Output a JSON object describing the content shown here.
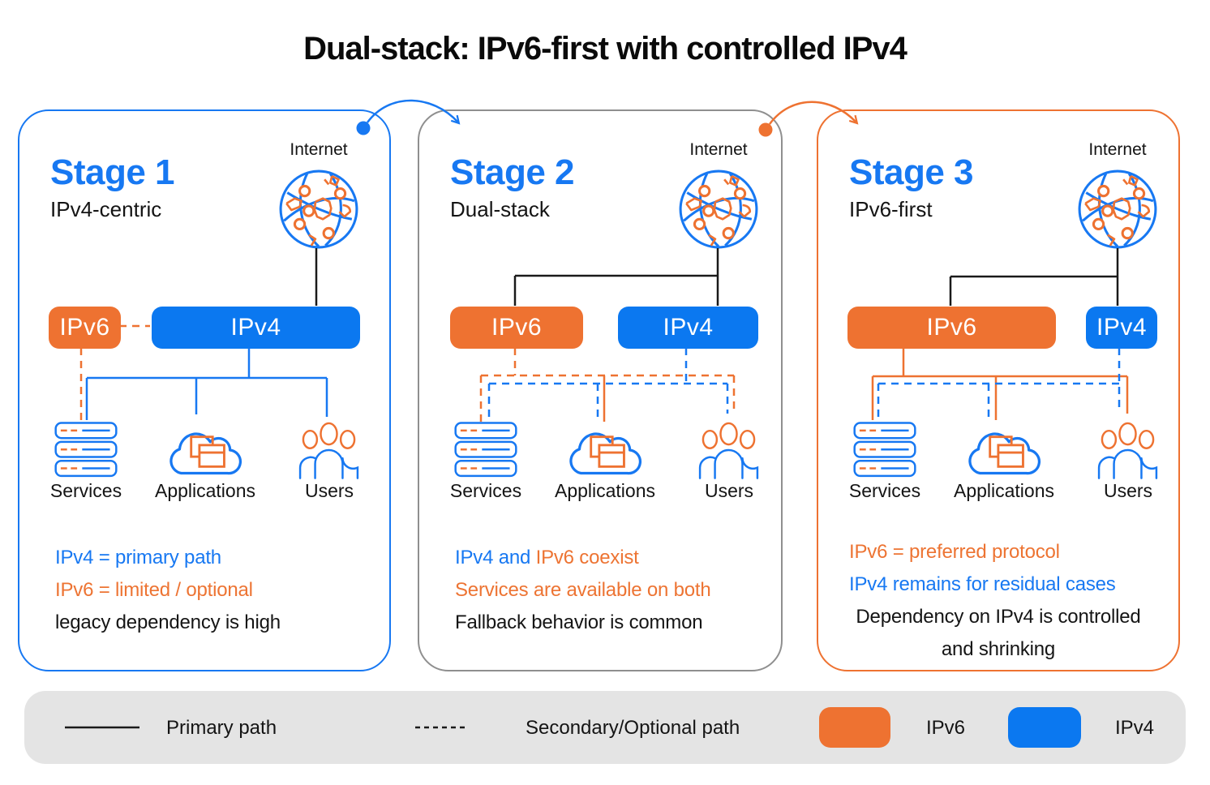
{
  "title": "Dual-stack: IPv6-first with controlled IPv4",
  "colors": {
    "ipv6_orange": "#EE7231",
    "ipv4_blue": "#0B78F0",
    "stage_title_blue": "#1778F2",
    "stage2_border_gray": "#8F8F8F",
    "legend_background": "#E4E4E4",
    "primary_line_black": "#1A1A1A"
  },
  "stages": [
    {
      "title": "Stage 1",
      "subtitle": "IPv4-centric",
      "internet": "Internet",
      "ipv6": "IPv6",
      "ipv4": "IPv4",
      "nodes": [
        "Services",
        "Applications",
        "Users"
      ],
      "captions": [
        {
          "segments": [
            {
              "text": "IPv4 = primary path",
              "color": "blue"
            }
          ]
        },
        {
          "segments": [
            {
              "text": "IPv6 = limited / optional",
              "color": "orange"
            }
          ]
        },
        {
          "segments": [
            {
              "text": "legacy dependency is high",
              "color": "black"
            }
          ]
        }
      ]
    },
    {
      "title": "Stage 2",
      "subtitle": "Dual-stack",
      "internet": "Internet",
      "ipv6": "IPv6",
      "ipv4": "IPv4",
      "nodes": [
        "Services",
        "Applications",
        "Users"
      ],
      "captions": [
        {
          "segments": [
            {
              "text": "IPv4 and ",
              "color": "blue"
            },
            {
              "text": "IPv6 coexist",
              "color": "orange"
            }
          ]
        },
        {
          "segments": [
            {
              "text": "Services are available on both",
              "color": "orange"
            }
          ]
        },
        {
          "segments": [
            {
              "text": "Fallback behavior is common",
              "color": "black"
            }
          ]
        }
      ]
    },
    {
      "title": "Stage 3",
      "subtitle": "IPv6-first",
      "internet": "Internet",
      "ipv6": "IPv6",
      "ipv4": "IPv4",
      "nodes": [
        "Services",
        "Applications",
        "Users"
      ],
      "captions": [
        {
          "segments": [
            {
              "text": "IPv6 = preferred protocol",
              "color": "orange"
            }
          ]
        },
        {
          "segments": [
            {
              "text": "IPv4 remains for residual cases",
              "color": "blue"
            }
          ]
        },
        {
          "segments": [
            {
              "text": "Dependency on IPv4 is controlled",
              "color": "black"
            }
          ]
        },
        {
          "segments": [
            {
              "text": "and shrinking",
              "color": "black"
            }
          ]
        }
      ]
    }
  ],
  "legend": {
    "primary": "Primary path",
    "secondary": "Secondary/Optional path",
    "ipv6": "IPv6",
    "ipv4": "IPv4"
  }
}
